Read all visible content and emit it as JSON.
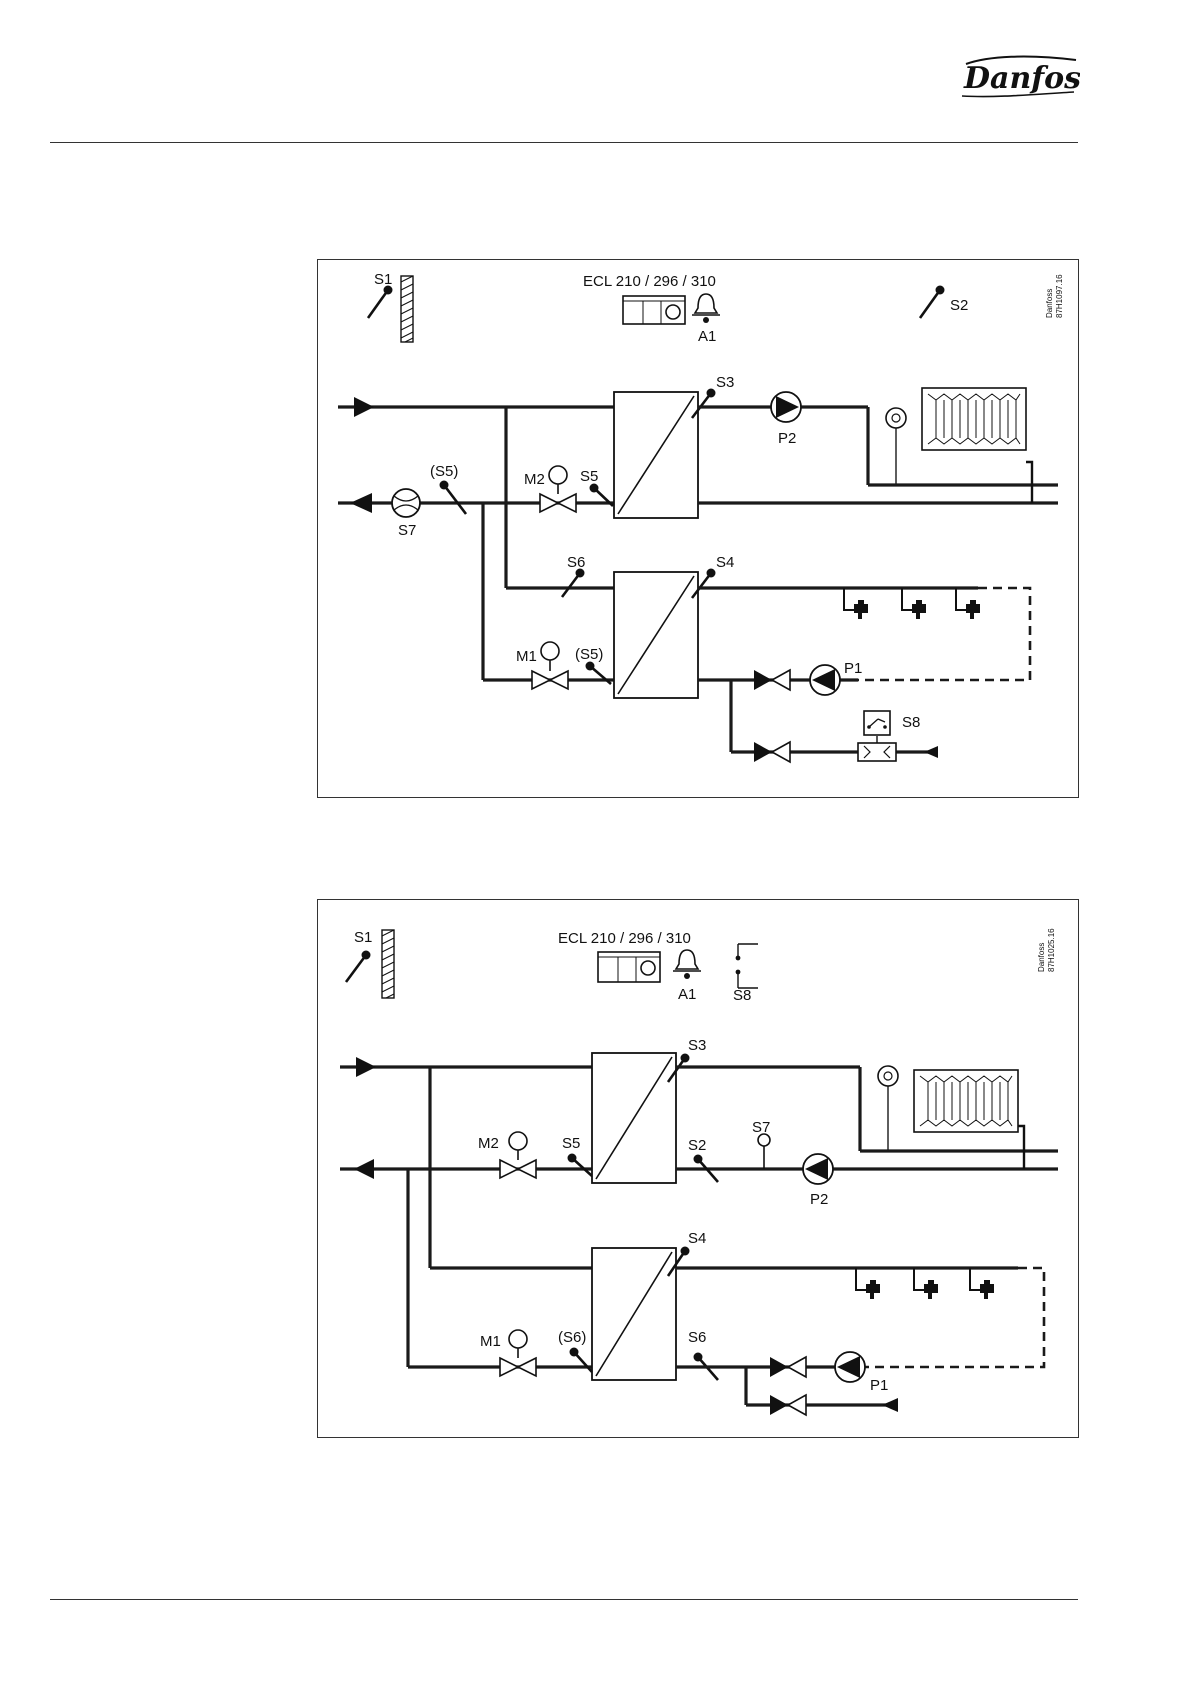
{
  "brand": {
    "logo_text": "Danfoss"
  },
  "diagram1": {
    "title": "ECL 210 / 296 / 310",
    "code": [
      "Danfoss",
      "87H1097.16"
    ],
    "labels": {
      "S1": "S1",
      "S2": "S2",
      "A1": "A1",
      "S3": "S3",
      "P2": "P2",
      "S5a": "(S5)",
      "S7": "S7",
      "M2": "M2",
      "S5b": "S5",
      "S6": "S6",
      "S4": "S4",
      "M1": "M1",
      "S5c": "(S5)",
      "P1": "P1",
      "S8": "S8"
    }
  },
  "diagram2": {
    "title": "ECL 210 / 296 / 310",
    "code": [
      "Danfoss",
      "87H1025.16"
    ],
    "labels": {
      "S1": "S1",
      "A1": "A1",
      "S8": "S8",
      "S3": "S3",
      "M2": "M2",
      "S5": "S5",
      "S2": "S2",
      "S7": "S7",
      "P2": "P2",
      "S4": "S4",
      "M1": "M1",
      "S6a": "(S6)",
      "S6b": "S6",
      "P1": "P1"
    }
  }
}
